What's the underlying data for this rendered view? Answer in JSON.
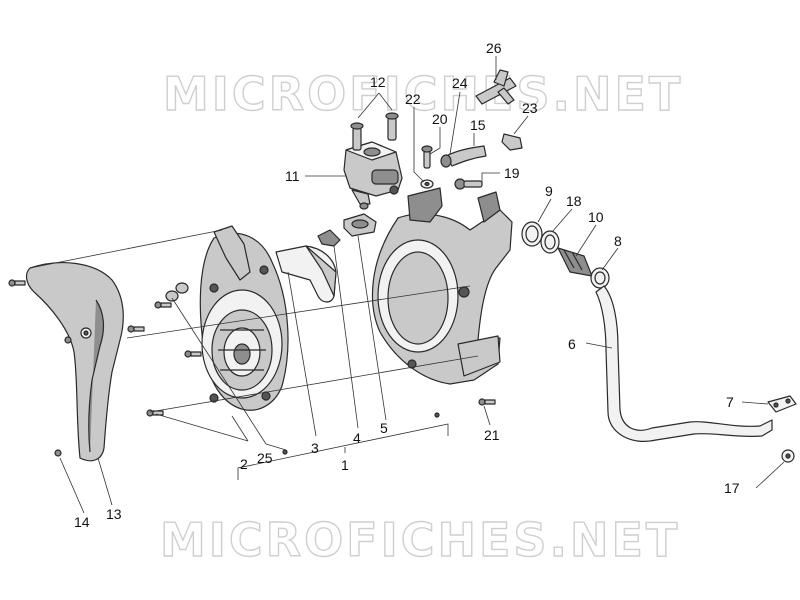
{
  "watermark": {
    "top": "MICROFICHES.NET",
    "bottom": "MICROFICHES.NET"
  },
  "callouts": [
    {
      "id": "c1",
      "text": "1"
    },
    {
      "id": "c2",
      "text": "2"
    },
    {
      "id": "c3",
      "text": "3"
    },
    {
      "id": "c4",
      "text": "4"
    },
    {
      "id": "c5",
      "text": "5"
    },
    {
      "id": "c6",
      "text": "6"
    },
    {
      "id": "c7",
      "text": "7"
    },
    {
      "id": "c8",
      "text": "8"
    },
    {
      "id": "c9",
      "text": "9"
    },
    {
      "id": "c10",
      "text": "10"
    },
    {
      "id": "c11",
      "text": "11"
    },
    {
      "id": "c12",
      "text": "12"
    },
    {
      "id": "c13",
      "text": "13"
    },
    {
      "id": "c14",
      "text": "14"
    },
    {
      "id": "c15",
      "text": "15"
    },
    {
      "id": "c17",
      "text": "17"
    },
    {
      "id": "c18",
      "text": "18"
    },
    {
      "id": "c19",
      "text": "19"
    },
    {
      "id": "c20",
      "text": "20"
    },
    {
      "id": "c21",
      "text": "21"
    },
    {
      "id": "c22",
      "text": "22"
    },
    {
      "id": "c23",
      "text": "23"
    },
    {
      "id": "c24",
      "text": "24"
    },
    {
      "id": "c25",
      "text": "25"
    },
    {
      "id": "c26",
      "text": "26"
    }
  ]
}
